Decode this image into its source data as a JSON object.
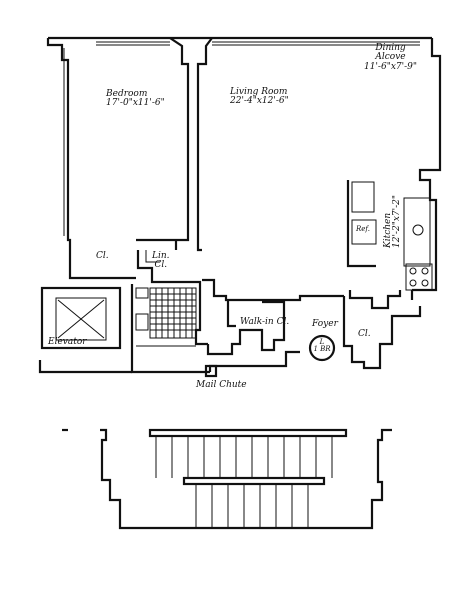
{
  "rooms": {
    "bedroom": {
      "name": "Bedroom",
      "size": "17'-0\"x11'-6\""
    },
    "living": {
      "name": "Living Room",
      "size": "22'-4\"x12'-6\""
    },
    "dining": {
      "name": "Dining",
      "name2": "Alcove",
      "size": "11'-6\"x7'-9\""
    },
    "kitchen": {
      "name": "Kitchen",
      "size": "12'-2\"x7'-2\""
    },
    "bedroom_closet": "Cl.",
    "linen_closet": {
      "line1": "Lin.",
      "line2": "Cl."
    },
    "walkin_closet": "Walk-in Cl.",
    "foyer": "Foyer",
    "foyer_closet": "Cl.",
    "elevator": "Elevator",
    "mail_chute": "Mail Chute",
    "refrigerator": "Ref."
  },
  "unit_badge": {
    "line1": "L",
    "line2": "1 BR"
  }
}
